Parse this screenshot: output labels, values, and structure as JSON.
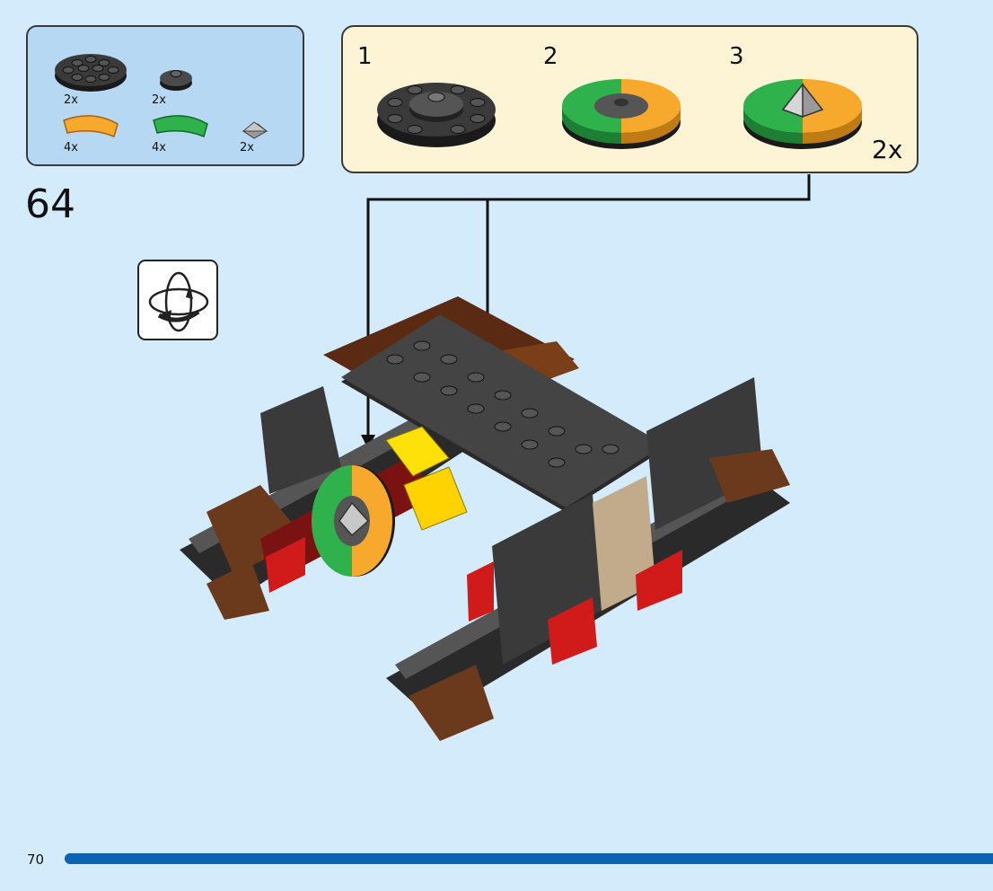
{
  "parts": [
    {
      "name": "black round plate 4x4",
      "qty": "2x",
      "color": "#3a3a3a"
    },
    {
      "name": "dark gray round plate 2x2",
      "qty": "2x",
      "color": "#4a4a4a"
    },
    {
      "name": "orange curved tile",
      "qty": "4x",
      "color": "#f7a92e"
    },
    {
      "name": "green curved tile",
      "qty": "4x",
      "color": "#2fb24c"
    },
    {
      "name": "silver pyramid tile",
      "qty": "2x",
      "color": "#b8b8b8"
    }
  ],
  "substeps": [
    "1",
    "2",
    "3"
  ],
  "submodel_multiplier": "2x",
  "step_number": "64",
  "page_number": "70",
  "colors": {
    "background": "#d4ebfb",
    "parts_box": "#b6d8f2",
    "submodel_box": "#fdf4d6",
    "page_bar": "#0a62b3"
  },
  "icons": {
    "rotate": "rotate-model-icon"
  }
}
